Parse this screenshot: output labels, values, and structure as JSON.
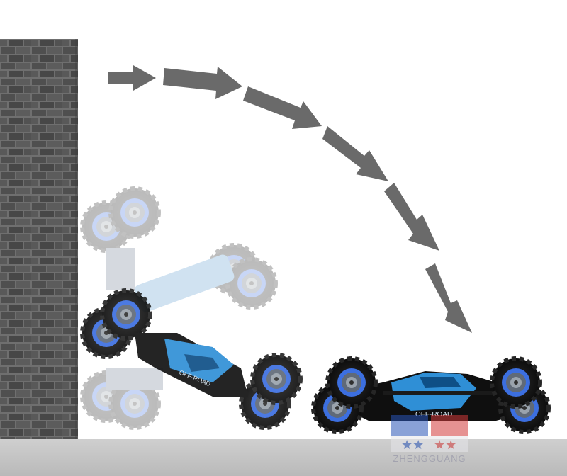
{
  "scene": {
    "description_free": true,
    "colors": {
      "wall_base": "#6f6f6f",
      "brick_dark": "#4a4a4a",
      "brick_light": "#8c8c8c",
      "floor": "#c9c9c9",
      "arrow": "#6a6a6a",
      "car_blue": "#2f8fd6",
      "tire": "#151515",
      "rim_blue": "#3c6fe0"
    },
    "icons": [
      "brick-wall",
      "arrow-icon",
      "rc-stunt-car-icon",
      "flag-logo-icon"
    ]
  },
  "watermark": {
    "brand_text": "ZHENGGUANG",
    "colors": {
      "red": "#d23a3a",
      "blue": "#2a55b8",
      "star": "#ffffff"
    }
  },
  "car_body_text": "OFF-ROAD"
}
